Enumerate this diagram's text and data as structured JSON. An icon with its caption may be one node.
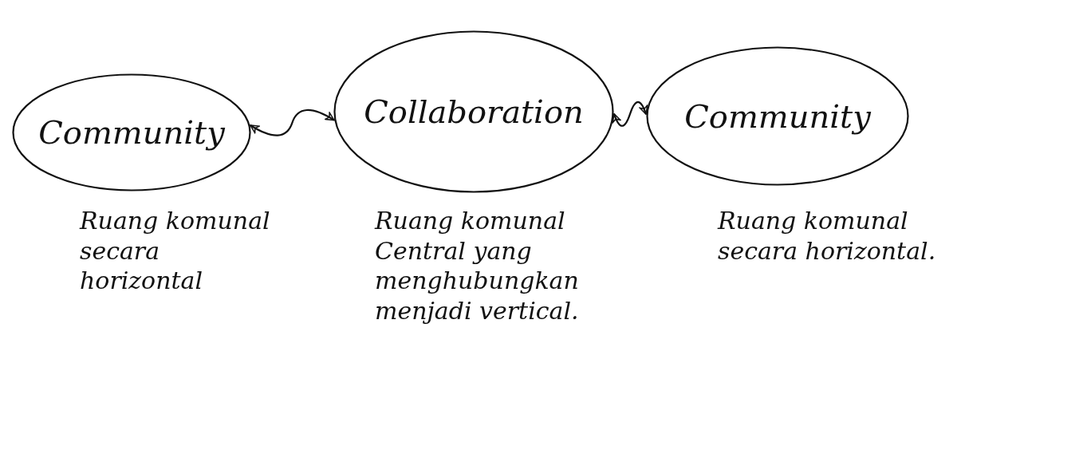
{
  "diagram": {
    "nodes": [
      {
        "text": [
          "Community"
        ],
        "beside": [
          "Ruang komunal secara horizontal"
        ]
      },
      {
        "text": [
          "Collaboration"
        ],
        "beside": [
          "Ruang komunal Central yang menghubungkan menjadi vertical."
        ]
      },
      {
        "text": [
          "Community"
        ],
        "beside": [
          "Ruang komunal secara horizontal."
        ]
      }
    ],
    "edges": [
      {
        "from": 0,
        "to": 1,
        "arrow": "both"
      },
      {
        "from": 1,
        "to": 2,
        "arrow": "both"
      }
    ]
  }
}
